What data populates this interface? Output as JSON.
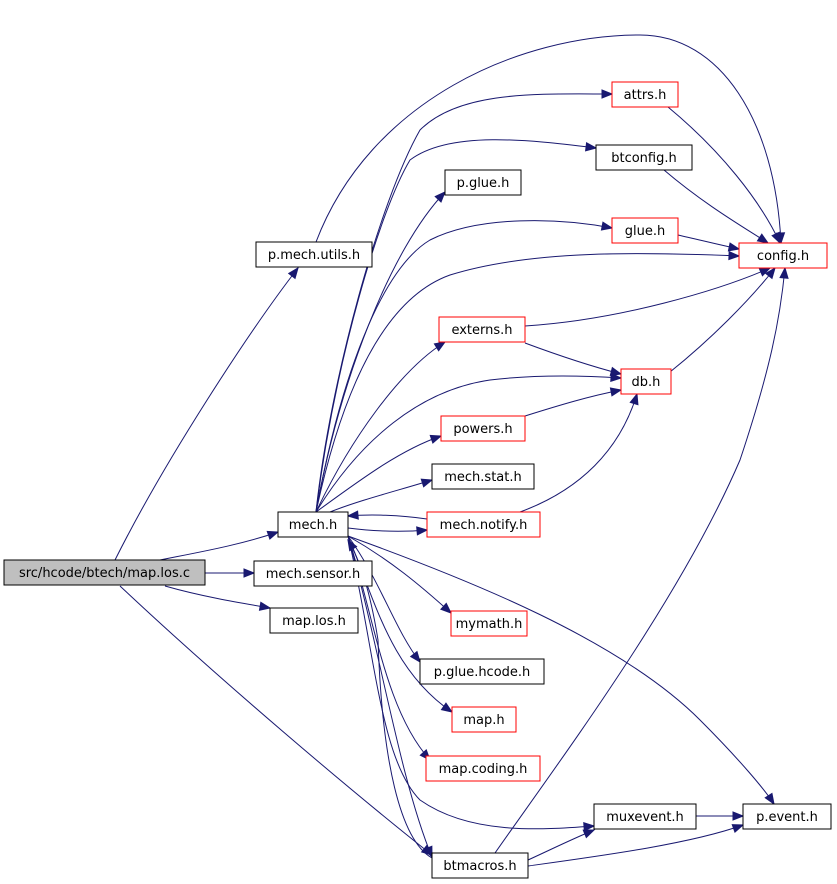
{
  "colors": {
    "edge": "#191970",
    "node_fill": "#ffffff",
    "source_fill": "#bfbfbf",
    "border_black": "#000000",
    "border_red": "#ff0000"
  },
  "nodes": [
    {
      "id": "map_los_c",
      "label": "src/hcode/btech/map.los.c",
      "border": "black",
      "fill": "source"
    },
    {
      "id": "p_mech_utils_h",
      "label": "p.mech.utils.h",
      "border": "black"
    },
    {
      "id": "mech_h",
      "label": "mech.h",
      "border": "black"
    },
    {
      "id": "mech_sensor_h",
      "label": "mech.sensor.h",
      "border": "black"
    },
    {
      "id": "map_los_h",
      "label": "map.los.h",
      "border": "black"
    },
    {
      "id": "btmacros_h",
      "label": "btmacros.h",
      "border": "black"
    },
    {
      "id": "attrs_h",
      "label": "attrs.h",
      "border": "red"
    },
    {
      "id": "btconfig_h",
      "label": "btconfig.h",
      "border": "black"
    },
    {
      "id": "p_glue_h",
      "label": "p.glue.h",
      "border": "black"
    },
    {
      "id": "glue_h",
      "label": "glue.h",
      "border": "red"
    },
    {
      "id": "config_h",
      "label": "config.h",
      "border": "red"
    },
    {
      "id": "externs_h",
      "label": "externs.h",
      "border": "red"
    },
    {
      "id": "db_h",
      "label": "db.h",
      "border": "red"
    },
    {
      "id": "powers_h",
      "label": "powers.h",
      "border": "red"
    },
    {
      "id": "mech_stat_h",
      "label": "mech.stat.h",
      "border": "black"
    },
    {
      "id": "mech_notify_h",
      "label": "mech.notify.h",
      "border": "red"
    },
    {
      "id": "mymath_h",
      "label": "mymath.h",
      "border": "red"
    },
    {
      "id": "p_glue_hcode_h",
      "label": "p.glue.hcode.h",
      "border": "black"
    },
    {
      "id": "map_h",
      "label": "map.h",
      "border": "red"
    },
    {
      "id": "map_coding_h",
      "label": "map.coding.h",
      "border": "red"
    },
    {
      "id": "muxevent_h",
      "label": "muxevent.h",
      "border": "black"
    },
    {
      "id": "p_event_h",
      "label": "p.event.h",
      "border": "black"
    }
  ],
  "edges": [
    {
      "from": "map_los_c",
      "to": "p_mech_utils_h"
    },
    {
      "from": "map_los_c",
      "to": "mech_h"
    },
    {
      "from": "map_los_c",
      "to": "mech_sensor_h"
    },
    {
      "from": "map_los_c",
      "to": "map_los_h"
    },
    {
      "from": "map_los_c",
      "to": "btmacros_h"
    },
    {
      "from": "p_mech_utils_h",
      "to": "config_h"
    },
    {
      "from": "mech_h",
      "to": "attrs_h"
    },
    {
      "from": "mech_h",
      "to": "btconfig_h"
    },
    {
      "from": "mech_h",
      "to": "p_glue_h"
    },
    {
      "from": "mech_h",
      "to": "glue_h"
    },
    {
      "from": "mech_h",
      "to": "config_h"
    },
    {
      "from": "mech_h",
      "to": "externs_h"
    },
    {
      "from": "mech_h",
      "to": "db_h"
    },
    {
      "from": "mech_h",
      "to": "powers_h"
    },
    {
      "from": "mech_h",
      "to": "mech_stat_h"
    },
    {
      "from": "mech_h",
      "to": "mech_notify_h"
    },
    {
      "from": "mech_h",
      "to": "mymath_h"
    },
    {
      "from": "mech_h",
      "to": "p_glue_hcode_h"
    },
    {
      "from": "mech_h",
      "to": "map_h"
    },
    {
      "from": "mech_h",
      "to": "map_coding_h"
    },
    {
      "from": "mech_h",
      "to": "muxevent_h"
    },
    {
      "from": "mech_h",
      "to": "btmacros_h"
    },
    {
      "from": "mech_h",
      "to": "p_event_h"
    },
    {
      "from": "attrs_h",
      "to": "config_h"
    },
    {
      "from": "btconfig_h",
      "to": "config_h"
    },
    {
      "from": "glue_h",
      "to": "config_h"
    },
    {
      "from": "externs_h",
      "to": "config_h"
    },
    {
      "from": "externs_h",
      "to": "db_h"
    },
    {
      "from": "db_h",
      "to": "config_h"
    },
    {
      "from": "powers_h",
      "to": "db_h"
    },
    {
      "from": "mech_notify_h",
      "to": "mech_h"
    },
    {
      "from": "mech_notify_h",
      "to": "db_h"
    },
    {
      "from": "muxevent_h",
      "to": "p_event_h"
    },
    {
      "from": "btmacros_h",
      "to": "muxevent_h"
    },
    {
      "from": "btmacros_h",
      "to": "p_event_h"
    },
    {
      "from": "btmacros_h",
      "to": "mech_h"
    },
    {
      "from": "btmacros_h",
      "to": "config_h"
    }
  ]
}
